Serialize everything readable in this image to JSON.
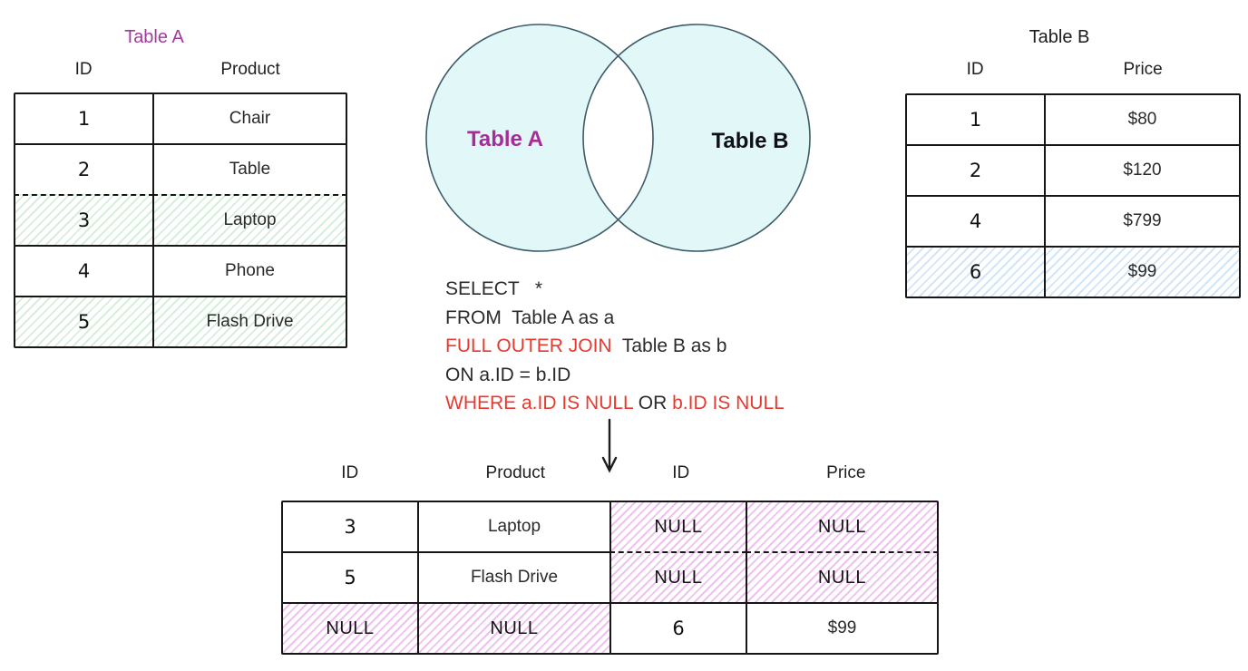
{
  "theme": {
    "accent-purple": "#a23a9e",
    "accent-purple-bold": "#a62c98",
    "venn-fill": "#e2f7f8",
    "venn-stroke": "#3c5a68",
    "sql-red": "#e8392e",
    "green-stripe": "#d7eedd",
    "blue-stripe": "#d3e5f8",
    "pink-stripe": "#eec1ee",
    "border-black": "#161616",
    "text-black": "#222222"
  },
  "table_a": {
    "title": "Table A",
    "headers": [
      "ID",
      "Product"
    ],
    "rows": [
      {
        "id": "1",
        "product": "Chair"
      },
      {
        "id": "2",
        "product": "Table"
      },
      {
        "id": "3",
        "product": "Laptop"
      },
      {
        "id": "4",
        "product": "Phone"
      },
      {
        "id": "5",
        "product": "Flash Drive"
      }
    ]
  },
  "table_b": {
    "title": "Table B",
    "headers": [
      "ID",
      "Price"
    ],
    "rows": [
      {
        "id": "1",
        "price": "$80"
      },
      {
        "id": "2",
        "price": "$120"
      },
      {
        "id": "4",
        "price": "$799"
      },
      {
        "id": "6",
        "price": "$99"
      }
    ]
  },
  "venn": {
    "label_a": "Table A",
    "label_b": "Table B"
  },
  "sql": {
    "lines": [
      [
        {
          "t": "SELECT   *",
          "red": false
        }
      ],
      [
        {
          "t": "FROM  Table A as a",
          "red": false
        }
      ],
      [
        {
          "t": "FULL OUTER JOIN",
          "red": true
        },
        {
          "t": "  Table B as b",
          "red": false
        }
      ],
      [
        {
          "t": "ON a.ID = b.ID",
          "red": false
        }
      ],
      [
        {
          "t": "WHERE a.ID IS NULL",
          "red": true
        },
        {
          "t": " OR ",
          "red": false
        },
        {
          "t": "b.ID IS NULL",
          "red": true
        }
      ]
    ]
  },
  "result_table": {
    "headers": [
      "ID",
      "Product",
      "ID",
      "Price"
    ],
    "rows": [
      [
        "3",
        "Laptop",
        "NULL",
        "NULL"
      ],
      [
        "5",
        "Flash Drive",
        "NULL",
        "NULL"
      ],
      [
        "NULL",
        "NULL",
        "6",
        "$99"
      ]
    ]
  }
}
